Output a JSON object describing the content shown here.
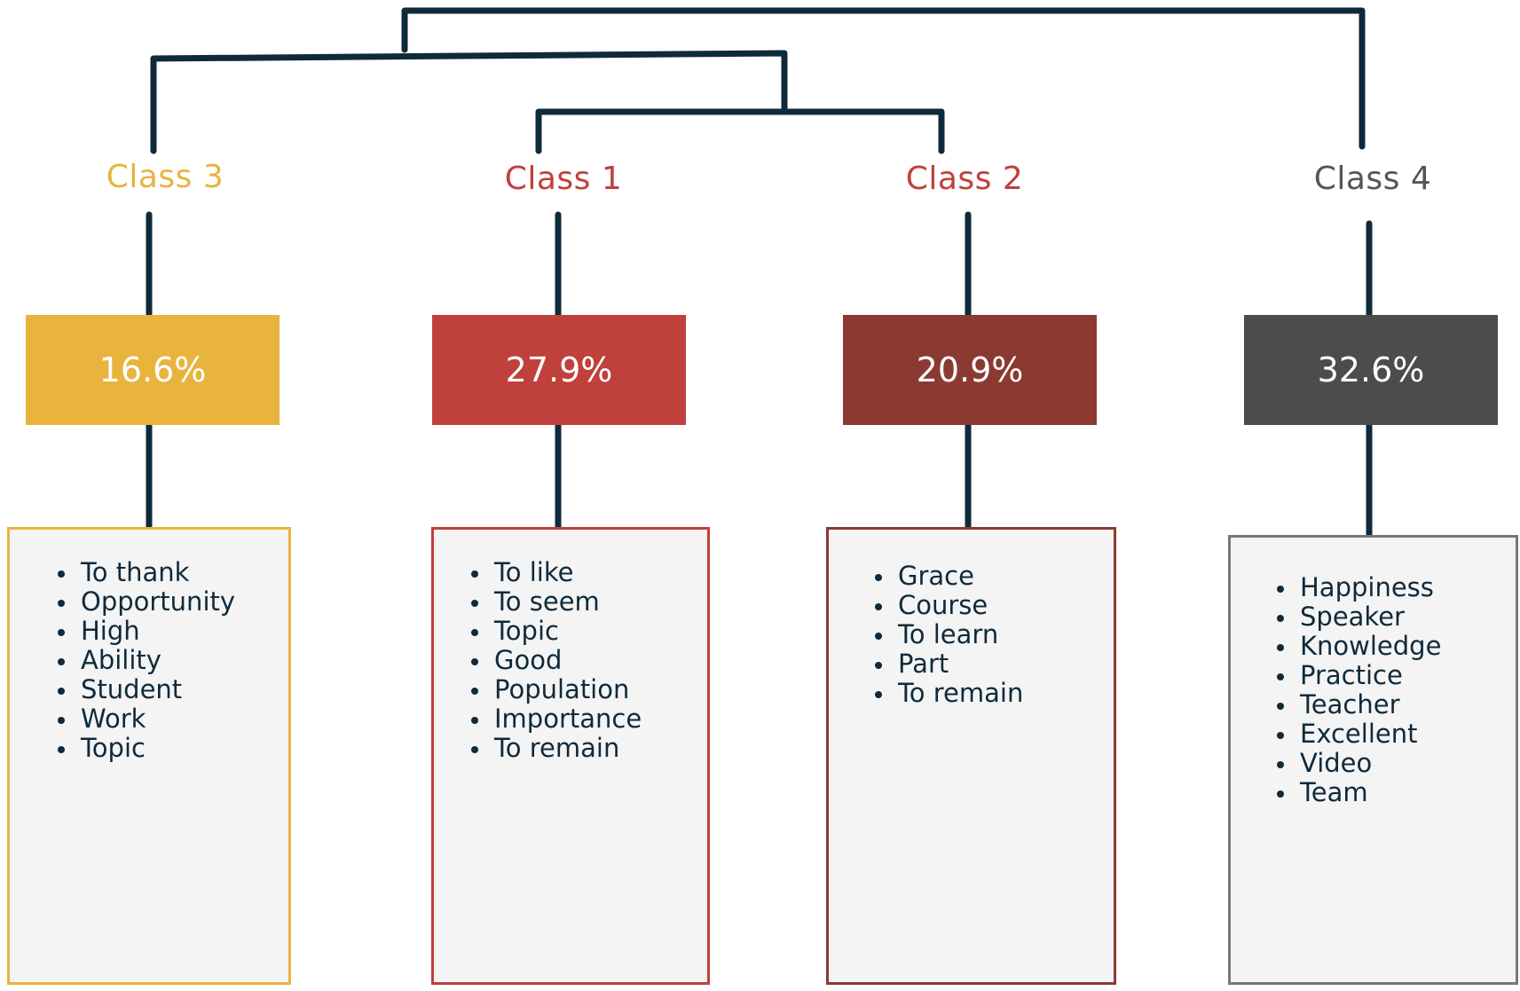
{
  "colors": {
    "line": "#0f2a3b",
    "class3": "#e8b43e",
    "class1": "#c0403b",
    "class2": "#8b3a32",
    "class4": "#4c4c4c",
    "class4_label": "#555555",
    "class4_border": "#777777"
  },
  "classes": [
    {
      "label": "Class 3",
      "percent": "16.6%",
      "words": [
        "To thank",
        "Opportunity",
        "High",
        "Ability",
        "Student",
        "Work",
        "Topic"
      ]
    },
    {
      "label": "Class 1",
      "percent": "27.9%",
      "words": [
        "To like",
        "To seem",
        "Topic",
        "Good",
        "Population",
        "Importance",
        "To remain"
      ]
    },
    {
      "label": "Class 2",
      "percent": "20.9%",
      "words": [
        "Grace",
        "Course",
        "To learn",
        "Part",
        "To remain"
      ]
    },
    {
      "label": "Class 4",
      "percent": "32.6%",
      "words": [
        "Happiness",
        "Speaker",
        "Knowledge",
        "Practice",
        "Teacher",
        "Excellent",
        "Video",
        "Team"
      ]
    }
  ]
}
